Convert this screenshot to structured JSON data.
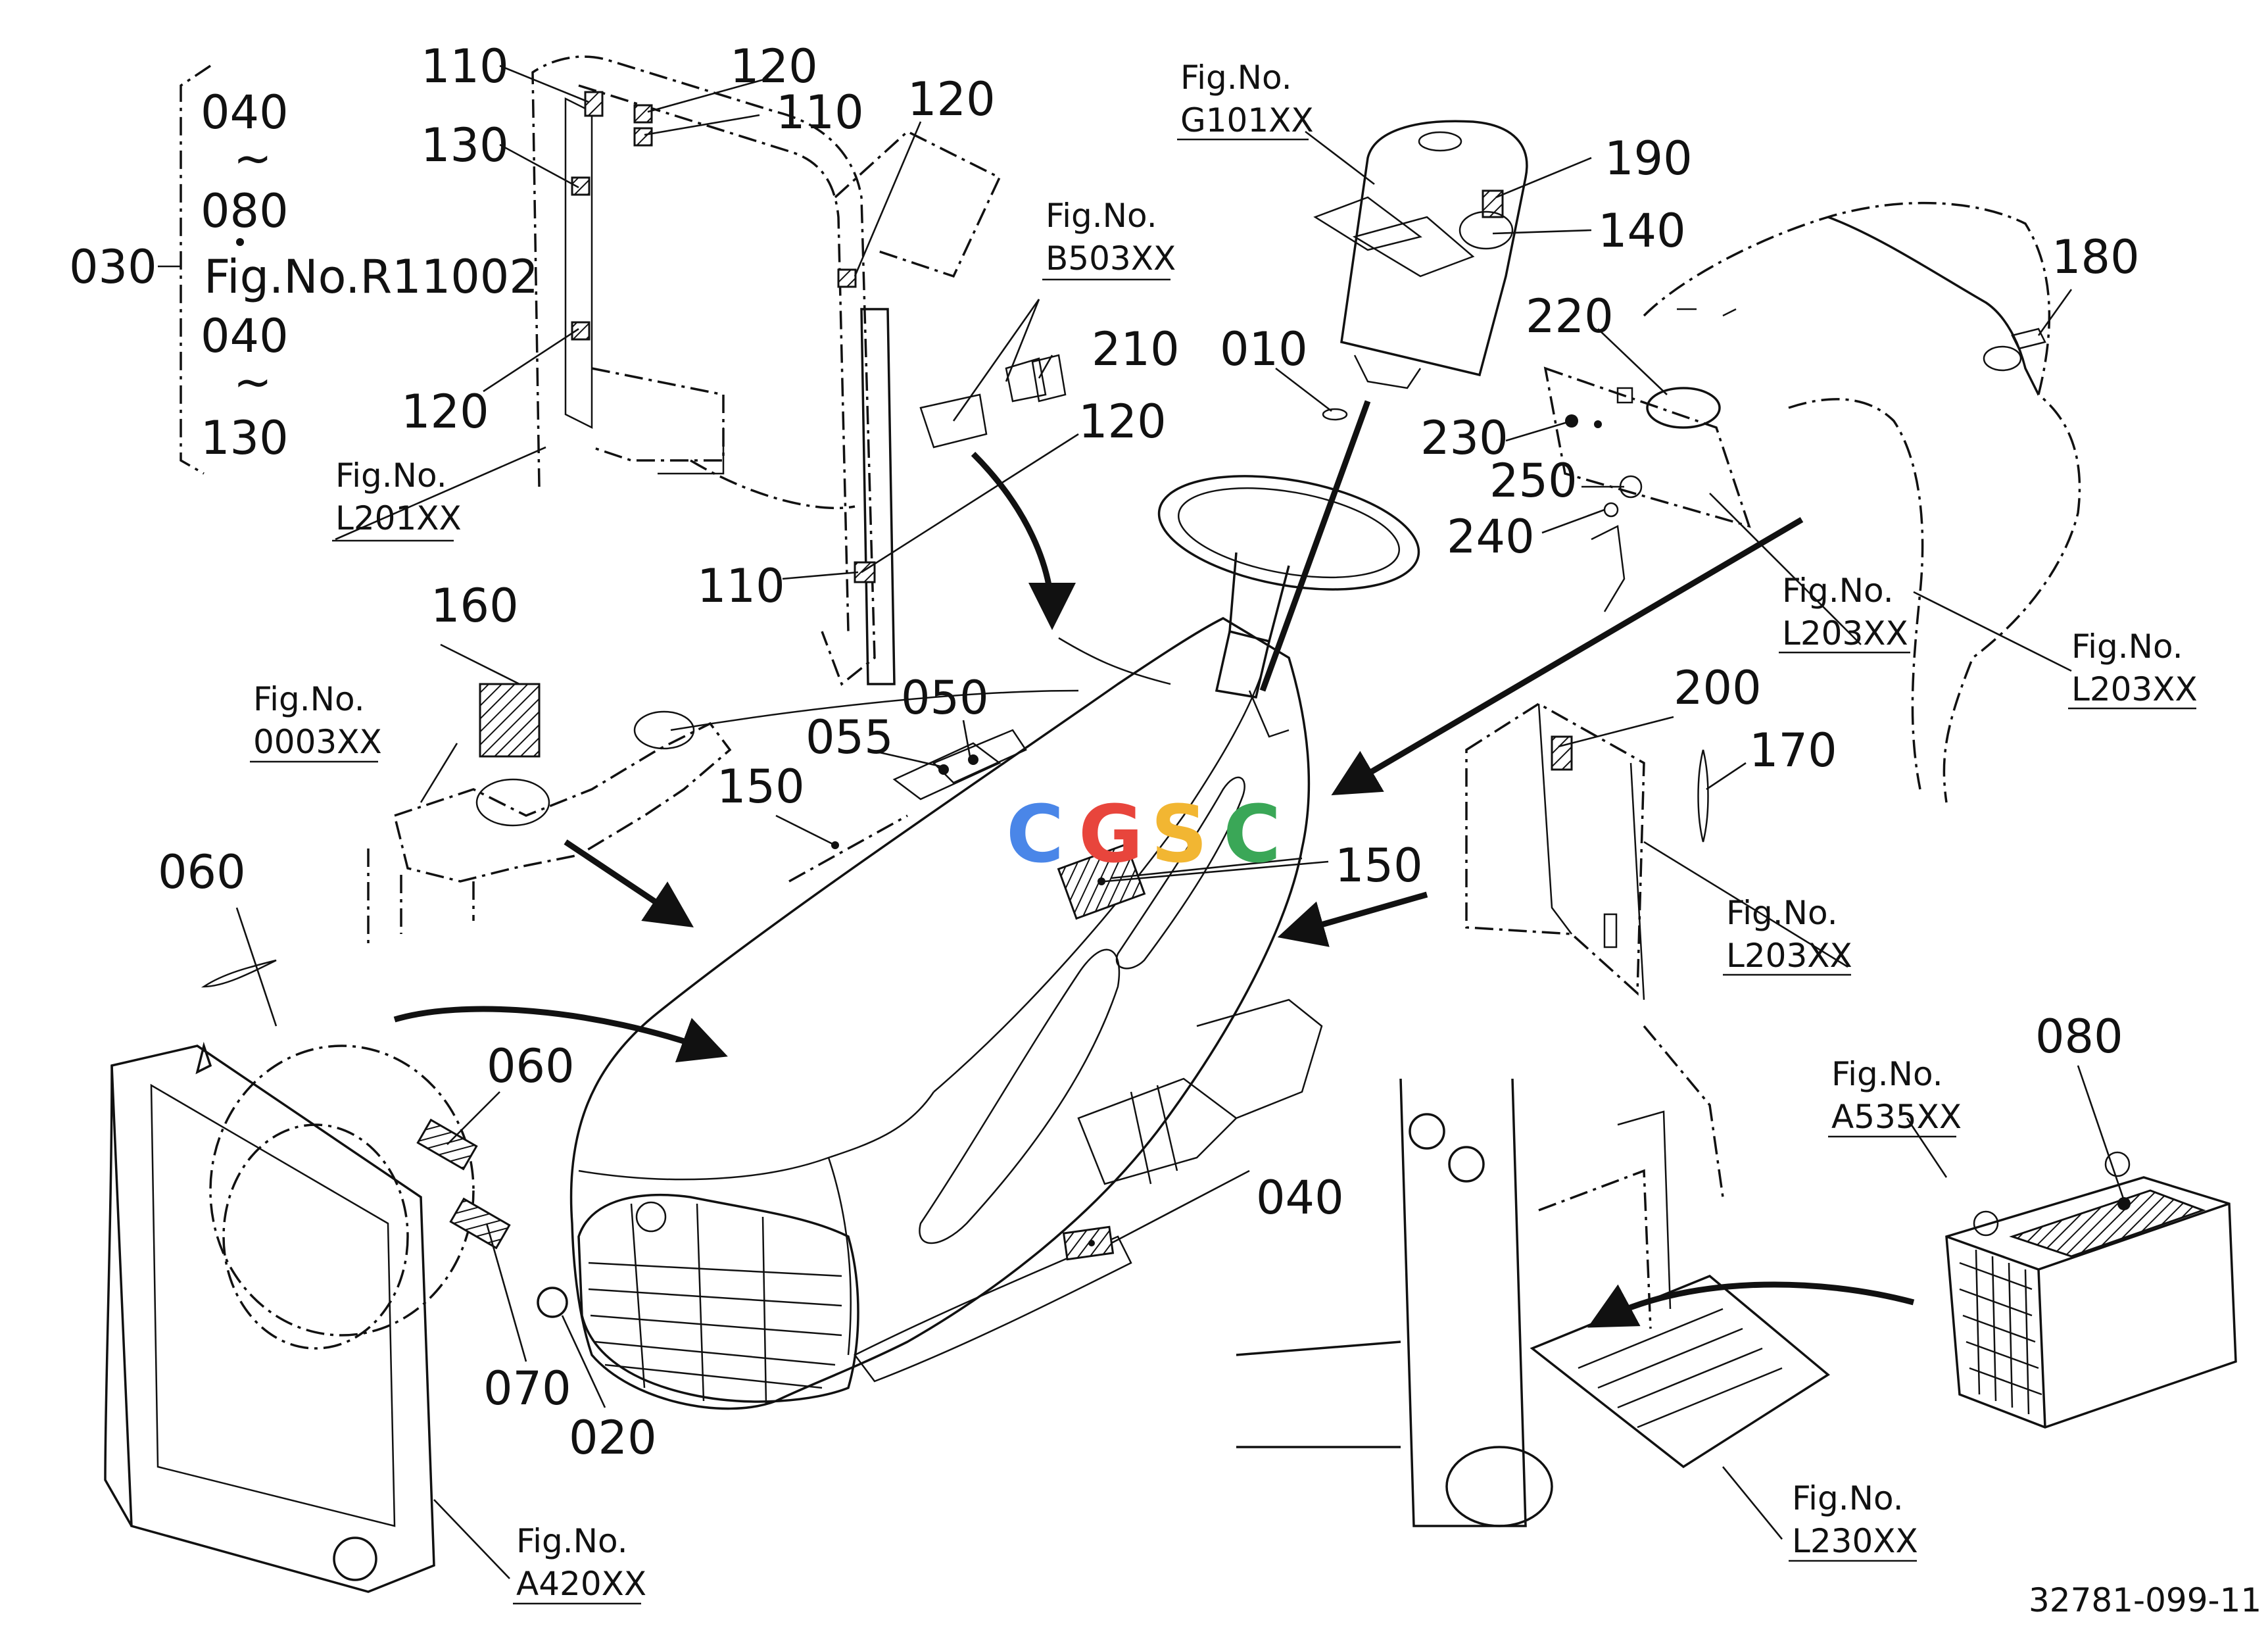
{
  "callouts": {
    "c030": "030",
    "c030_range1_start": "040",
    "c030_range1_end": "080",
    "c030_fig": "Fig.No.R11002",
    "c030_range2_start": "040",
    "c030_range2_end": "130",
    "c110a": "110",
    "c130": "130",
    "c120a": "120",
    "c120b": "120",
    "c110b": "110",
    "c120c": "120",
    "c120d": "120",
    "c110c": "110",
    "c210": "210",
    "c010": "010",
    "c190": "190",
    "c140": "140",
    "c220": "220",
    "c230": "230",
    "c250": "250",
    "c240": "240",
    "c180": "180",
    "c160": "160",
    "c050": "050",
    "c055": "055",
    "c150a": "150",
    "c150b": "150",
    "c200": "200",
    "c170": "170",
    "c060a": "060",
    "c060b": "060",
    "c070": "070",
    "c020": "020",
    "c040": "040",
    "c080": "080"
  },
  "figrefs": {
    "l201_label": "Fig.No.",
    "l201_code": "L201XX",
    "b503_label": "Fig.No.",
    "b503_code": "B503XX",
    "g101_label": "Fig.No.",
    "g101_code": "G101XX",
    "l203a_label": "Fig.No.",
    "l203a_code": "L203XX",
    "l203b_label": "Fig.No.",
    "l203b_code": "L203XX",
    "l203c_label": "Fig.No.",
    "l203c_code": "L203XX",
    "f0003_label": "Fig.No.",
    "f0003_code": "0003XX",
    "a535_label": "Fig.No.",
    "a535_code": "A535XX",
    "a420_label": "Fig.No.",
    "a420_code": "A420XX",
    "l230_label": "Fig.No.",
    "l230_code": "L230XX"
  },
  "tilde": "~",
  "drawing_number": "32781-099-11",
  "watermark": {
    "letters": [
      "C",
      "G",
      "S",
      "C"
    ],
    "colors": [
      "#4a86e8",
      "#e8453c",
      "#f2b632",
      "#3aa757"
    ]
  }
}
